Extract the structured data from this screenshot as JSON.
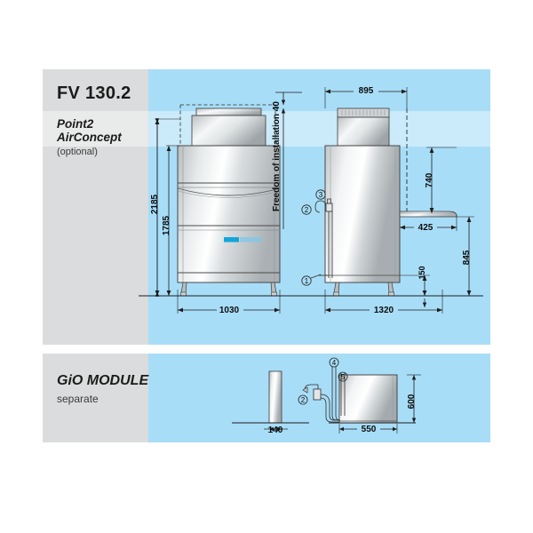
{
  "document": {
    "background_color": "#ffffff",
    "panel_gray": "#dadcdd",
    "panel_blue": "#a8ddf7"
  },
  "main_section": {
    "model": "FV 130.2",
    "feature_line1": "Point2",
    "feature_line2": "AirConcept",
    "optional_note": "(optional)",
    "front_view": {
      "label_installation_freedom": "Freedom of installation 40",
      "dim_height_total": "2185",
      "dim_height_body": "1785",
      "dim_width": "1030"
    },
    "side_view": {
      "dim_top_width": "895",
      "dim_table_height": "740",
      "dim_table_depth": "425",
      "dim_foot_height": "150",
      "dim_height_right": "845",
      "dim_depth_total": "1320",
      "callouts": [
        "1",
        "2",
        "3"
      ]
    }
  },
  "gio_section": {
    "title": "GiO MODULE",
    "note": "separate",
    "dim_left_width": "140",
    "dim_module_width": "550",
    "dim_module_height": "600",
    "callouts": [
      "2",
      "4",
      "5"
    ]
  }
}
